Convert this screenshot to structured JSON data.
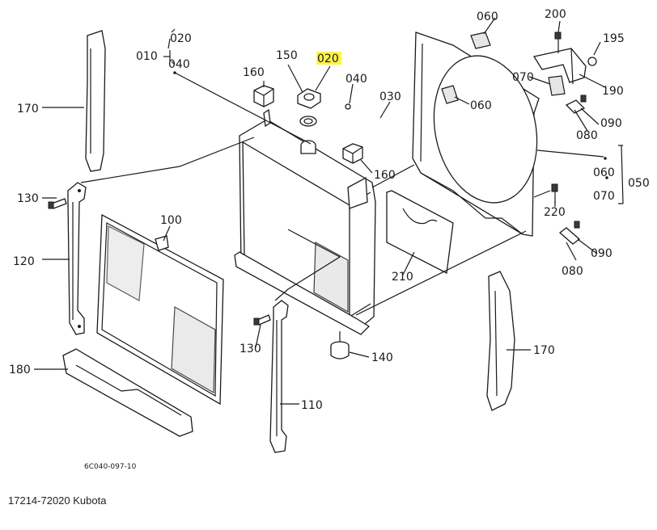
{
  "diagram": {
    "highlight_color": "#fff24a",
    "code": "6C040-097-10",
    "labels": {
      "l010": "010",
      "l020a": "020",
      "l040a": "040",
      "l150": "150",
      "l020b": "020",
      "l160a": "160",
      "l040b": "040",
      "l030": "030",
      "l160b": "160",
      "l170a": "170",
      "l130a": "130",
      "l120": "120",
      "l100": "100",
      "l180": "180",
      "l130b": "130",
      "l110": "110",
      "l140": "140",
      "l210": "210",
      "l170b": "170",
      "l060a": "060",
      "l200": "200",
      "l195": "195",
      "l070a": "070",
      "l190": "190",
      "l060b": "060",
      "l080a": "080",
      "l090a": "090",
      "l060c": "060",
      "l050": "050",
      "l070b": "070",
      "l220": "220",
      "l090b": "090",
      "l080b": "080"
    }
  },
  "caption": "17214-72020 Kubota"
}
